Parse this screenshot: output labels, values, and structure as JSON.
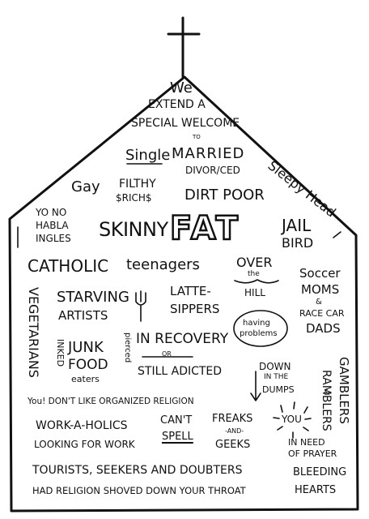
{
  "header": {
    "line1": "We",
    "line2": "EXTEND A",
    "line3": "SPECIAL WELCOME",
    "line4": "TO"
  },
  "groups": {
    "single": "Single",
    "married": "MARRIED",
    "divorced": "DIVOR/CED",
    "sleepy_head": "Sleepy Head",
    "gay": "Gay",
    "filthy": "FILTHY",
    "rich": "$RICH$",
    "dirt_poor": "DIRT POOR",
    "yo_no": "YO NO",
    "habla": "HABLA",
    "ingles": "INGLES",
    "skinny": "SKINNY",
    "fat": "FAT",
    "jail": "JAIL",
    "bird": "BIRD",
    "catholic": "CATHOLIC",
    "teenagers": "teenagers",
    "over": "OVER",
    "the": "the",
    "hill": "HILL",
    "soccer": "Soccer",
    "moms": "MOMS",
    "amp1": "&",
    "race_car": "RACE CAR",
    "dads": "DADS",
    "vegetarians": "VEGETARIANS",
    "starving": "STARVING",
    "artists": "ARTISTS",
    "latte": "LATTE-",
    "sippers": "SIPPERS",
    "having": "having",
    "problems": "problems",
    "inked": "INKED",
    "junk": "JUNK",
    "food": "FOOD",
    "eaters": "eaters",
    "pierced": "pierced",
    "in_recovery": "IN RECOVERY",
    "or": "OR",
    "still_adicted": "STILL ADICTED",
    "down": "DOWN",
    "in_the": "IN THE",
    "dumps": "DUMPS",
    "gamblers": "GAMBLERS",
    "amp2": "&",
    "ramblers": "RAMBLERS",
    "you_dont_like": "You! DON'T LIKE ORGANIZED RELIGION",
    "work_a_holics": "WORK-A-HOLICS",
    "cant": "CAN'T",
    "spell": "SPELL",
    "freaks": "FREAKS",
    "and": "-AND-",
    "geeks": "GEEKS",
    "you2": "YOU",
    "looking": "LOOKING FOR WORK",
    "in_need_of": "IN NEED",
    "prayer": "OF PRAYER",
    "tourists": "TOURISTS, SEEKERS AND DOUBTERS",
    "bleeding": "BLEEDING",
    "had_religion": "HAD RELIGION SHOVED DOWN YOUR THROAT",
    "hearts": "HEARTS"
  }
}
